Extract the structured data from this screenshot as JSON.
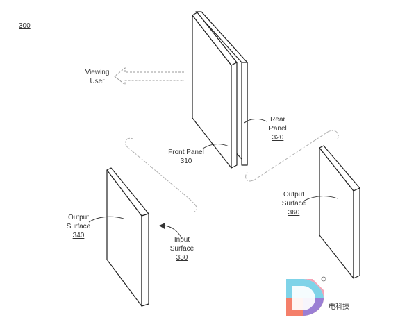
{
  "figure_number": "300",
  "labels": {
    "viewing_user": [
      "Viewing",
      "User"
    ],
    "rear_panel": [
      "Rear",
      "Panel",
      "320"
    ],
    "front_panel": [
      "Front Panel",
      "310"
    ],
    "output_surface_left": [
      "Output",
      "Surface",
      "340"
    ],
    "input_surface": [
      "Input",
      "Surface",
      "330"
    ],
    "output_surface_right": [
      "Output",
      "Surface",
      "360"
    ]
  },
  "watermark": {
    "text": "电科技",
    "colors": [
      "#f5a3b5",
      "#7fd3e8",
      "#f7c948",
      "#9b7fd4",
      "#f47f6a"
    ]
  }
}
